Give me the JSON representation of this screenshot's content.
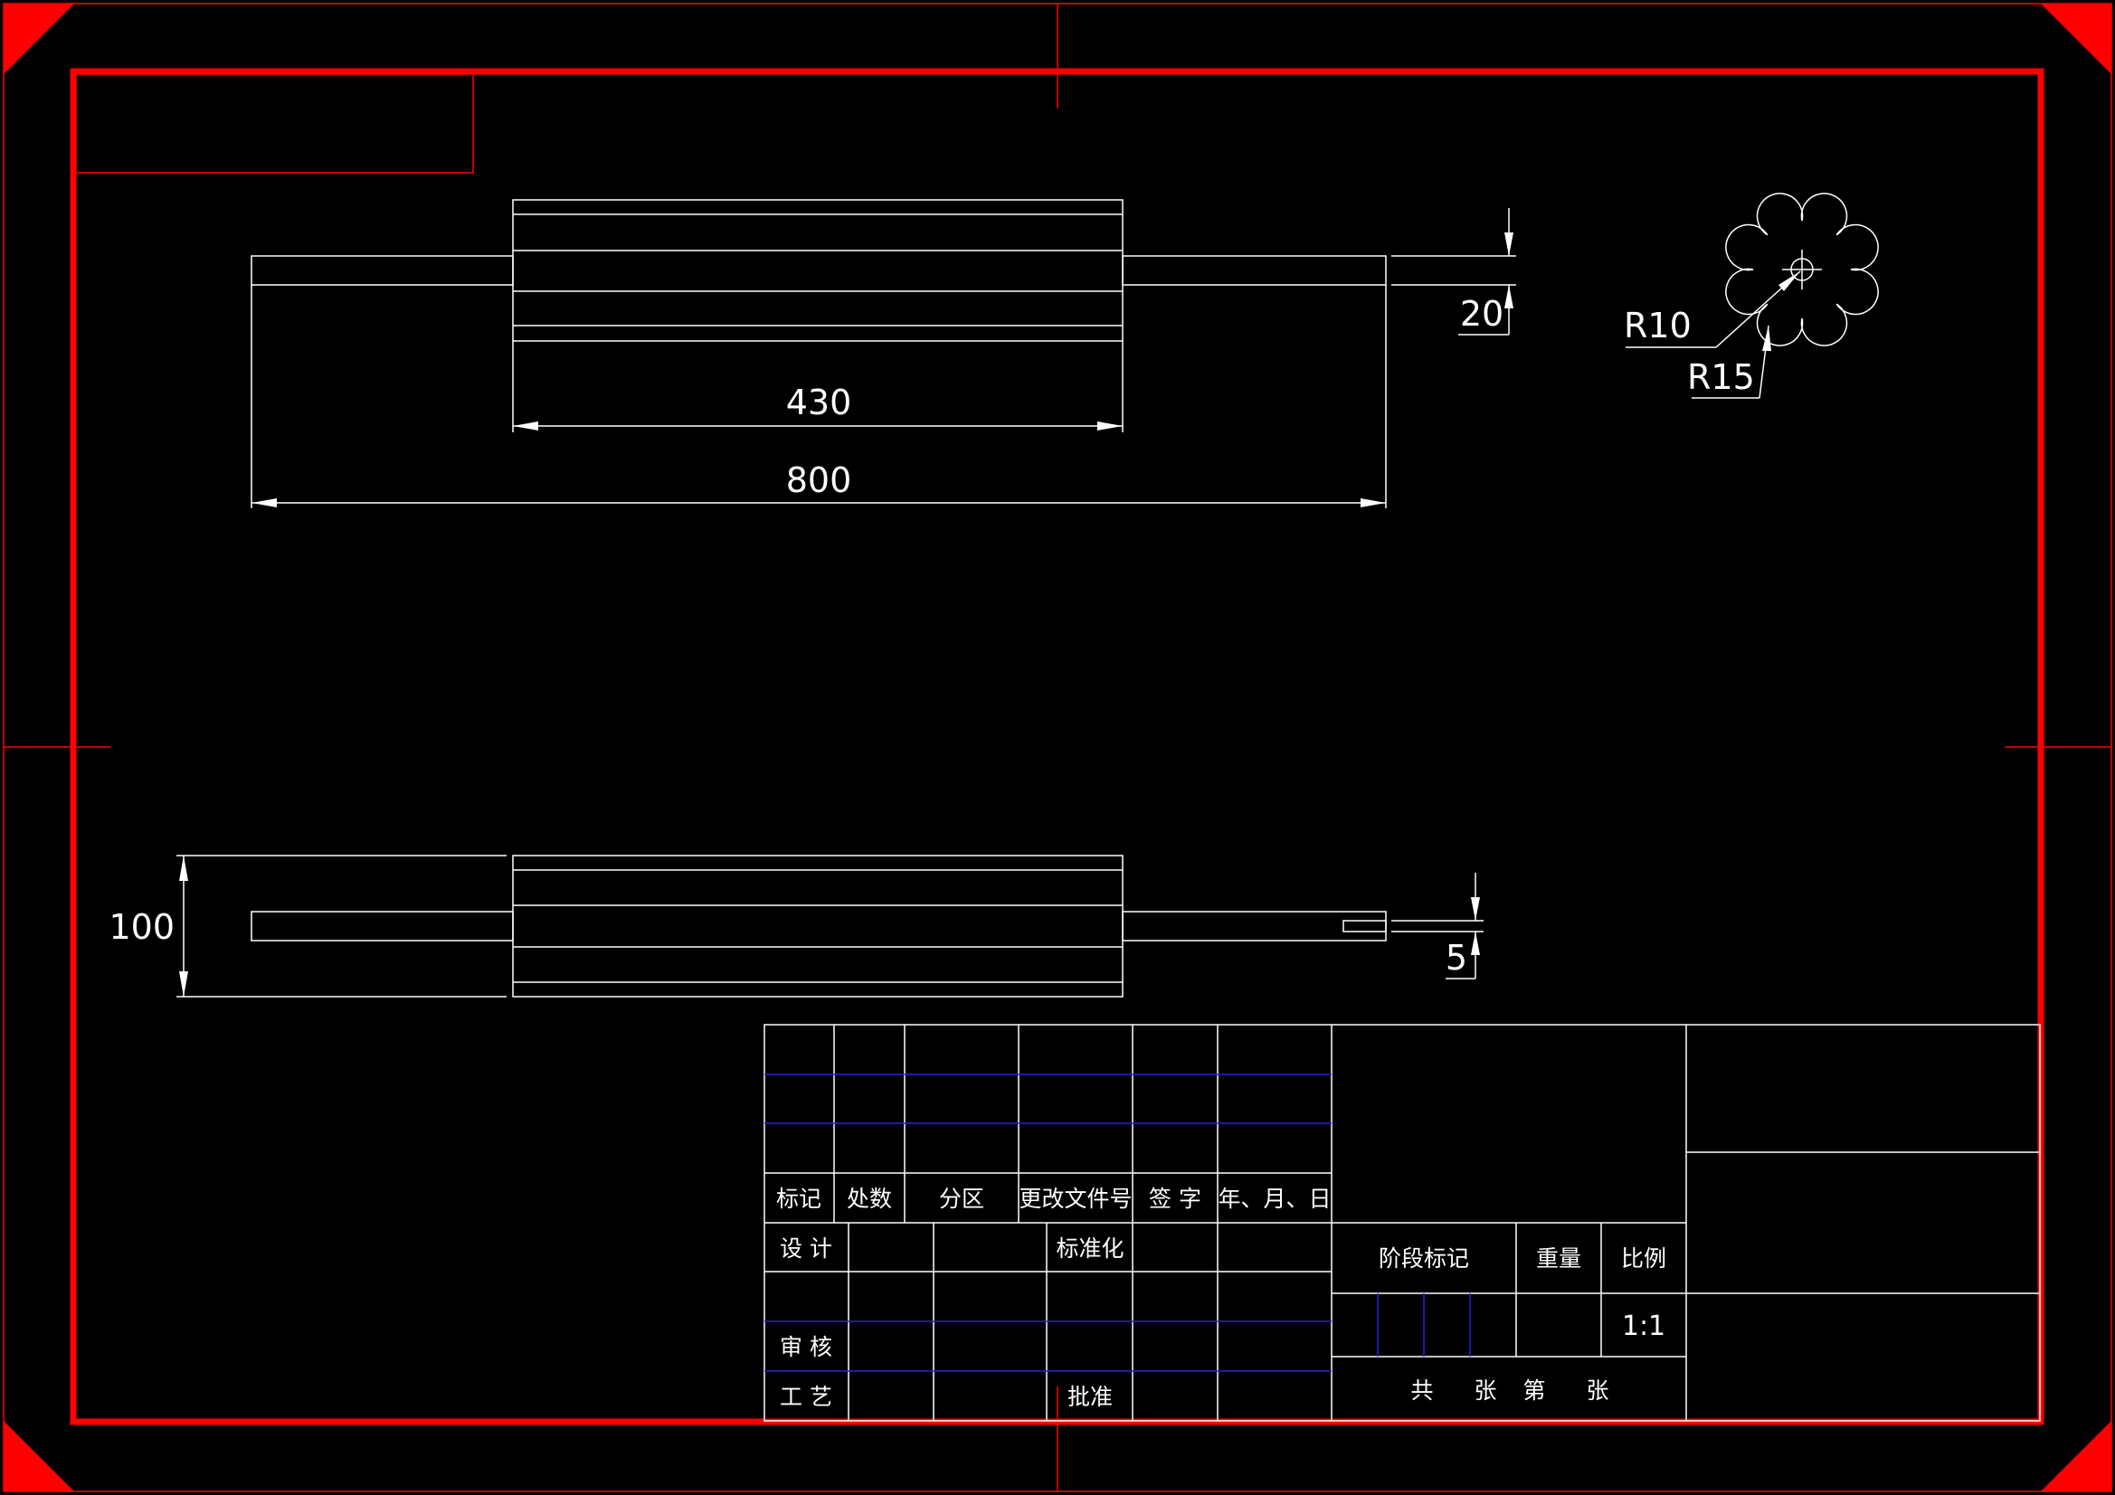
{
  "colors": {
    "background": "#000000",
    "frame": "#ff0000",
    "geometry": "#ffffff",
    "grid": "#2626d9"
  },
  "dimensions": {
    "d_430": "430",
    "d_800": "800",
    "d_20": "20",
    "d_100": "100",
    "d_5": "5",
    "r10": "R10",
    "r15": "R15"
  },
  "title_block": {
    "rev_headers": [
      "标记",
      "处数",
      "分区",
      "更改文件号",
      "签 字",
      "年、月、日"
    ],
    "design": "设 计",
    "standardization": "标准化",
    "review": "审 核",
    "process": "工 艺",
    "approve": "批准",
    "stage_mark": "阶段标记",
    "weight": "重量",
    "scale_label": "比例",
    "scale_value": "1:1",
    "sheets": {
      "total": "共",
      "sheet_unit": "张",
      "number": "第",
      "sheet_unit2": "张"
    }
  }
}
